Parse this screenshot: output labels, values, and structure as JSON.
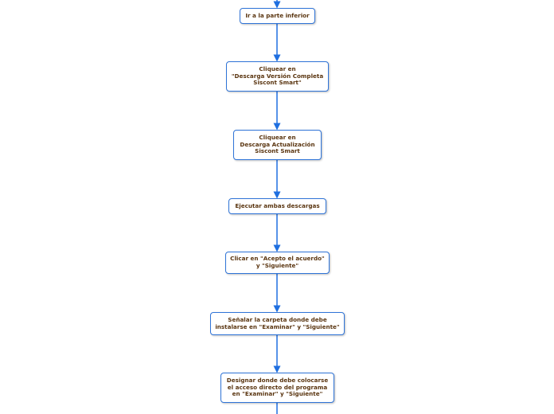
{
  "colors": {
    "border": "#2f74d8",
    "line": "#1f6fe0",
    "text": "#5a3510"
  },
  "steps": [
    "Ir a la parte inferior",
    "Cliquear en\n\"Descarga Versión Completa\nSiscont Smart\"",
    "Cliquear en\nDescarga Actualización\nSiscont Smart",
    "Ejecutar ambas descargas",
    "Clicar en \"Acepto el acuerdo\"\ny \"Siguiente\"",
    "Señalar la carpeta donde debe\ninstalarse en \"Examinar\" y \"Siguiente\"",
    "Designar donde debe colocarse\nel acceso directo del programa\nen \"Examinar\" y \"Siguiente\""
  ]
}
